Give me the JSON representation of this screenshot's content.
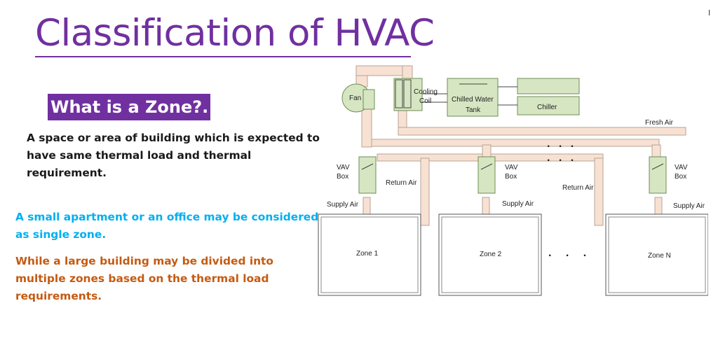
{
  "slide": {
    "title": "Classification of HVAC",
    "subtitle": "What is a Zone?.",
    "definition_line1": "A space or area of building which is expected to",
    "definition_line2": "have same thermal load and thermal",
    "definition_line3": "requirement.",
    "small_line1": "A small apartment or an office may be considered",
    "small_line2": "as single zone.",
    "large_line1": "While a large building may be divided into",
    "large_line2": "multiple zones based on the thermal load",
    "large_line3": "requirements."
  },
  "diagram": {
    "fan": "Fan",
    "cooling_coil_line1": "Cooling",
    "cooling_coil_line2": "Coil",
    "chilled_water_line1": "Chilled Water",
    "chilled_water_line2": "Tank",
    "chiller": "Chiller",
    "fresh_air": "Fresh Air",
    "return_air_1": "Return Air",
    "return_air_2": "Return Air",
    "vav_1_line1": "VAV",
    "vav_1_line2": "Box",
    "vav_2_line1": "VAV",
    "vav_2_line2": "Box",
    "vav_3_line1": "VAV",
    "vav_3_line2": "Box",
    "supply_air_1": "Supply Air",
    "supply_air_2": "Supply Air",
    "supply_air_3": "Supply Air",
    "zone_1": "Zone 1",
    "zone_2": "Zone 2",
    "zone_n": "Zone N",
    "ellipsis_top": ". . .",
    "ellipsis_mid": ". . .",
    "ellipsis_zones": ". . ."
  },
  "colors": {
    "title": "#7030a0",
    "subtitle_bg": "#7030a0",
    "duct": "#f7e1d2",
    "duct_stroke": "#b9a296",
    "equipment": "#d6e6c2",
    "equipment_stroke": "#6f8c55",
    "small_text": "#00b0f0",
    "large_text": "#c55a11"
  }
}
